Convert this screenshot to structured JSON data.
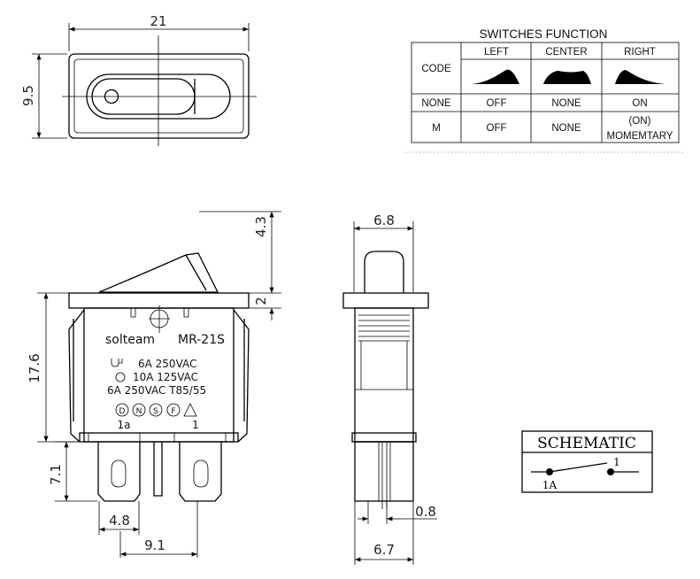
{
  "top_view": {
    "width_dim": "21",
    "height_dim": "9.5"
  },
  "switches_table": {
    "title": "SWITCHES FUNCTION",
    "columns": [
      "LEFT",
      "CENTER",
      "RIGHT"
    ],
    "row_code_label": "CODE",
    "rows": [
      {
        "label": "NONE",
        "cells": [
          "OFF",
          "NONE",
          "ON"
        ]
      },
      {
        "label": "M",
        "cells": [
          "OFF",
          "NONE",
          "(ON)",
          "MOMEMTARY"
        ]
      }
    ]
  },
  "front_view": {
    "dim_rocker": "4.3",
    "dim_flange": "2",
    "dim_height": "17.6",
    "dim_terminal": "7.1",
    "dim_term_width": "4.8",
    "dim_spacing": "9.1",
    "brand": "solteam",
    "model": "MR-21S",
    "rating_1": "6A 250VAC",
    "rating_2": "10A 125VAC",
    "rating_3": "6A 250VAC T85/55",
    "cert_marks": [
      "D",
      "N",
      "S",
      "F"
    ],
    "terminal_1a": "1a",
    "terminal_1": "1"
  },
  "side_view": {
    "dim_top": "6.8",
    "dim_pin": "0.8",
    "dim_bottom": "6.7"
  },
  "schematic": {
    "title": "SCHEMATIC",
    "terminal_1": "1",
    "terminal_1a": "1A"
  }
}
